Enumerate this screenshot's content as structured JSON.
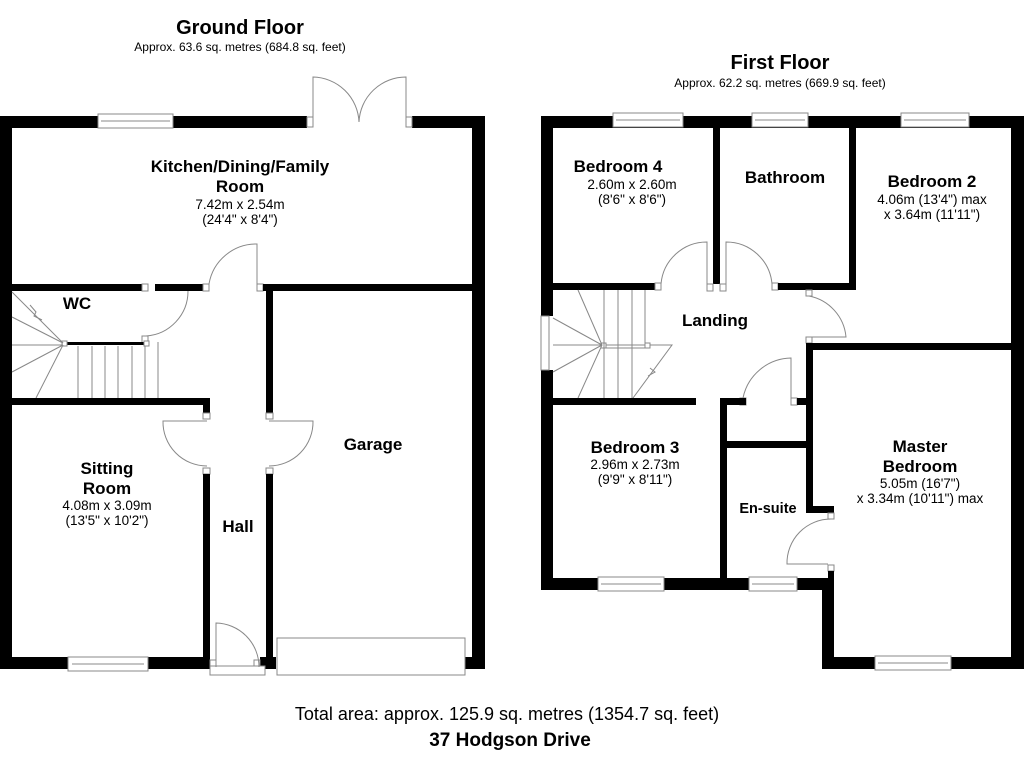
{
  "ground_floor": {
    "title": "Ground Floor",
    "area": "Approx. 63.6 sq. metres (684.8 sq. feet)",
    "rooms": {
      "kitchen": {
        "name_line1": "Kitchen/Dining/Family",
        "name_line2": "Room",
        "dim_metric": "7.42m x 2.54m",
        "dim_imperial": "(24'4\" x 8'4\")"
      },
      "wc": {
        "name": "WC"
      },
      "sitting": {
        "name_line1": "Sitting",
        "name_line2": "Room",
        "dim_metric": "4.08m x 3.09m",
        "dim_imperial": "(13'5\" x 10'2\")"
      },
      "hall": {
        "name": "Hall"
      },
      "garage": {
        "name": "Garage"
      }
    }
  },
  "first_floor": {
    "title": "First Floor",
    "area": "Approx. 62.2 sq. metres (669.9 sq. feet)",
    "rooms": {
      "bedroom4": {
        "name": "Bedroom 4",
        "dim_metric": "2.60m x 2.60m",
        "dim_imperial": "(8'6\" x 8'6\")"
      },
      "bathroom": {
        "name": "Bathroom"
      },
      "bedroom2": {
        "name": "Bedroom 2",
        "dim_line1": "4.06m (13'4\") max",
        "dim_line2": "x 3.64m (11'11\")"
      },
      "landing": {
        "name": "Landing"
      },
      "bedroom3": {
        "name": "Bedroom 3",
        "dim_metric": "2.96m x 2.73m",
        "dim_imperial": "(9'9\" x 8'11\")"
      },
      "ensuite": {
        "name": "En-suite"
      },
      "master": {
        "name_line1": "Master",
        "name_line2": "Bedroom",
        "dim_line1": "5.05m (16'7\")",
        "dim_line2": "x 3.34m (10'11\") max"
      }
    }
  },
  "footer": {
    "total_area": "Total area: approx. 125.9 sq. metres (1354.7 sq. feet)",
    "address": "37 Hodgson Drive"
  }
}
